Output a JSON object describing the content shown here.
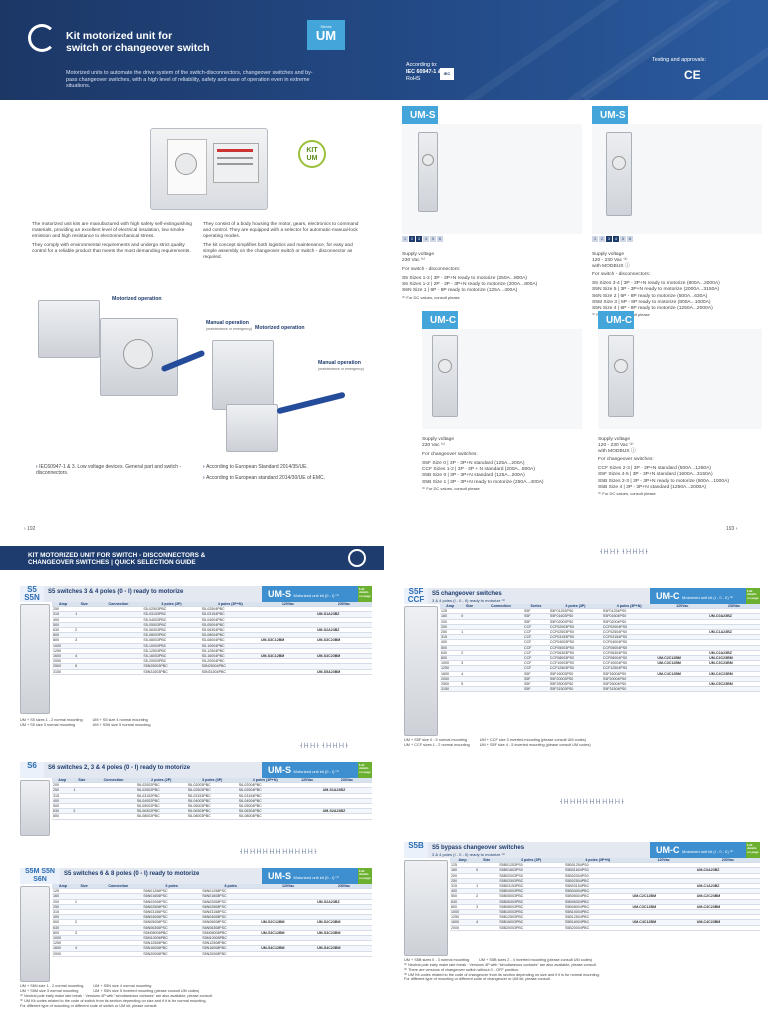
{
  "banner": {
    "title_line1": "Kit motorized unit for",
    "title_line2": "switch or changeover switch",
    "um_tab_small": "Series",
    "um_tab_big": "UM",
    "description": "Motorized units to automate the drive system of the switch-disconnectors, changeover switches and by-pass changeover switches, with a high level of reliability, safety and ease of operation even in extreme situations.",
    "according_label": "According to:",
    "according_std": "IEC 60947-1 & 3",
    "according_rohs": "RoHS",
    "iec_badge": "IEC",
    "testing_label": "Testing and approvals:",
    "ce_mark": "CE"
  },
  "left_intro": {
    "kit_line1": "KIT",
    "kit_line2": "UM",
    "para1": "The motorized unit kits are manufactured with high safety self-extinguishing materials, providing an excellent level of electrical insulation, low smoke emission and high resistance to electromechanical stress.",
    "para2": "They comply with environmental requirements and undergo strict quality control for a reliable product that meets the most demanding requirements.",
    "para3": "They consist of a body housing the motor, gears, electronics to command and control. They are equipped with a selector for automatic-manual-lock operating modes.",
    "para4": "The kit concept simplifies both logistics and maintenance, for easy and simple assembly on the changeover switch or switch - disconnector as required.",
    "callout_motor1": "Motorized operation",
    "callout_manual1": "Manual operation",
    "callout_manual1_sub": "(maintenance or emergency)",
    "callout_motor2": "Motorized operation",
    "callout_manual2": "Manual operation",
    "callout_manual2_sub": "(maintenance or emergency)",
    "bullet1": "IEC60947-1 & 3. Low voltage devices. General part and switch - disconnectors.",
    "bullet2": "According to European Standard 2014/35/UE.",
    "bullet3": "According to European standard 2014/30/UE of EMC.",
    "page_left": "192"
  },
  "cards": {
    "ums_left": {
      "tab": "UM-S",
      "scale": [
        "1",
        "2",
        "3",
        "4",
        "5",
        "6"
      ],
      "supply_label": "Supply voltage",
      "supply_value": "230 Vac ⁽¹⁾",
      "for_label": "For switch - disconnectors:",
      "lines": [
        "S5 Sizes 1-2 | 3P - 3P+N ready to motorize (250A...800A)",
        "S6 Sizes 1-2 | 2P - 3P - 3P+N ready to motorize (200A...800A)",
        "S6N Size 1 | 6P - 8P ready to motorize (125A...400A)"
      ],
      "note": "⁽¹⁾ For DC values, consult please"
    },
    "ums_right": {
      "tab": "UM-S",
      "scale": [
        "1",
        "2",
        "3",
        "4",
        "5",
        "6"
      ],
      "supply_label": "Supply voltage",
      "supply_value": "120 - 230 Vac ⁽¹⁾",
      "supply_extra": "with MODBUS ⓘ",
      "for_label": "For switch - disconnectors:",
      "lines": [
        "S5 Sizes 3-4 | 3P - 3P+N ready to motorize (800A...2000A)",
        "S5N Size 5 | 3P - 3P+N ready to motorize (2000A...3150A)",
        "S6N Size 2 | 6P - 8P ready to motorize (500A...630A)",
        "S5M Size 3 | 6P - 8P ready to motorize (800A...1000A)",
        "S5N Size 4 | 6P - 8P ready to motorize (1250A...2000A)"
      ],
      "note": "⁽¹⁾ For DC values, consult please"
    },
    "umc_left": {
      "tab": "UM-C",
      "supply_label": "Supply voltage",
      "supply_value": "230 Vac ⁽¹⁾",
      "for_label": "For changeover switches:",
      "lines": [
        "S5F Size 0 | 3P - 3P+N standard (125A...200A)",
        "CCF Sizes 1-2 | 3P - 3P + N standard (200A...800A)",
        "S5B Size 0 | 3P - 3P+N standard (125A...200A)",
        "S5B Size 1 | 3P - 3P+N ready to motorize (250A...400A)"
      ],
      "note": "⁽¹⁾ For DC values, consult please"
    },
    "umc_right": {
      "tab": "UM-C",
      "supply_label": "Supply voltage",
      "supply_value": "120 - 230 Vac ⁽¹⁾",
      "supply_extra": "with MODBUS ⓘ",
      "for_label": "For changeover switches:",
      "lines": [
        "CCF Sizes 2-3 | 3P - 3P+N standard (500A...1250A)",
        "S5F Sizes 4-5 | 3P - 3P+N standard (1600A...3150A)",
        "S5B Sizes 2-3 | 3P - 3P+N ready to motorize (500A...1000A)",
        "S5B Size 4 | 3P - 3P+N standard (1250A...2000A)"
      ],
      "note": "⁽¹⁾ For DC values, consult please"
    },
    "page_right": "193"
  },
  "lower": {
    "bar_line1": "KIT MOTORIZED UNIT FOR SWITCH - DISCONNECTORS &",
    "bar_line2": "CHANGEOVER SWITCHES | QUICK SELECTION GUIDE",
    "s5": {
      "code": "S5 S5N",
      "title": "S5 switches 3 & 4 poles (0 - I) ready to motorize",
      "um": "UM-S",
      "um_sub": "Motorized unit kit (0 - I) ⁽¹⁾",
      "full": "Full details on page",
      "headers": [
        "Amp",
        "Size",
        "Connection",
        "3 poles (3P)",
        "4 poles (3P+N)",
        "120Vac",
        "230Vac"
      ],
      "rows": [
        [
          "250",
          "",
          "",
          "S5-02503PBC",
          "S5-02504PBC",
          "",
          ""
        ],
        [
          "315",
          "1",
          "",
          "S5-03153PBC",
          "S5-03154PBC",
          "",
          "UM-S1A23BZ"
        ],
        [
          "400",
          "",
          "",
          "S5-04003PBC",
          "S5-04004PBC",
          "",
          ""
        ],
        [
          "500",
          "",
          "",
          "S5-05003PBC",
          "S5-05004PBC",
          "",
          ""
        ],
        [
          "630",
          "2",
          "",
          "S5-06303PBC",
          "S5-06304PBC",
          "",
          "UM-S2A23BZ"
        ],
        [
          "800",
          "",
          "",
          "S5-08003PBC",
          "S5-08004PBC",
          "",
          ""
        ],
        [
          "800",
          "3",
          "",
          "S5-08003PBC",
          "S5-08004PBC",
          "UM-S3C12BM",
          "UM-S3C23BM"
        ],
        [
          "1000",
          "",
          "",
          "S5-10003PBC",
          "S5-10004PBC",
          "",
          ""
        ],
        [
          "1250",
          "",
          "",
          "S5-12503PBC",
          "S5-12504PBC",
          "",
          ""
        ],
        [
          "1600",
          "4",
          "",
          "S5-16003PBC",
          "S5-16004PBC",
          "UM-S4C12BM",
          "UM-S4C23BM"
        ],
        [
          "2000",
          "",
          "",
          "S5-20003PBC",
          "S5-20004PBC",
          "",
          ""
        ],
        [
          "2500",
          "5",
          "",
          "S5N25003PBC",
          "S5N25004PBC",
          "",
          ""
        ],
        [
          "3150",
          "",
          "",
          "S5N31503PBC",
          "S5N31504PBC",
          "",
          "UM-S5A23BM"
        ]
      ],
      "legend1": "UM + S5 sizes 1 - 2 normal mounting",
      "legend2": "UM + S5 size 3 normal mounting",
      "legend3": "UM + S5 size 4 normal mounting",
      "legend4": "UM + S5N size 5 normal mounting"
    },
    "s6": {
      "code": "S6",
      "title": "S6 switches 2, 3 & 4 poles (0 - I) ready to motorize",
      "um": "UM-S",
      "um_sub": "Motorized unit kit (0 - I) ⁽¹⁾",
      "full": "Full details on page",
      "headers": [
        "Amp",
        "Size",
        "Connection",
        "2 poles (2P)",
        "3 poles (3P)",
        "4 poles (3P+N)",
        "120Vac",
        "230Vac"
      ],
      "rows": [
        [
          "200",
          "",
          "",
          "S6-02002PBC",
          "S6-02003PBC",
          "S6-02004PBC",
          "",
          ""
        ],
        [
          "250",
          "1",
          "",
          "S6-02502PBC",
          "S6-02503PBC",
          "S6-02504PBC",
          "",
          "UM-S1A23BZ"
        ],
        [
          "315",
          "",
          "",
          "S6-03152PBC",
          "S6-03153PBC",
          "S6-03154PBC",
          "",
          ""
        ],
        [
          "400",
          "",
          "",
          "S6-04002PBC",
          "S6-04003PBC",
          "S6-04004PBC",
          "",
          ""
        ],
        [
          "500",
          "",
          "",
          "S6-05002PBC",
          "S6-05003PBC",
          "S6-05004PBC",
          "",
          ""
        ],
        [
          "630",
          "2",
          "",
          "S6-06302PBC",
          "S6-06303PBC",
          "S6-06304PBC",
          "",
          "UM-S2A23BZ"
        ],
        [
          "800",
          "",
          "",
          "S6-08002PBC",
          "S6-08003PBC",
          "S6-08004PBC",
          "",
          ""
        ]
      ]
    },
    "s6n": {
      "code": "S5M S5N",
      "code2": "S6N",
      "title": "S5 switches 6 & 8 poles (0 - I) ready to motorize",
      "um": "UM-S",
      "um_sub": "Motorized unit kit (0 - I) ⁽¹⁾",
      "full": "Full details on page",
      "headers": [
        "Amp",
        "Size",
        "Connection",
        "6 poles",
        "8 poles",
        "120Vac",
        "230Vac"
      ],
      "rows": [
        [
          "125",
          "",
          "",
          "S6N01256PSC",
          "S6N01258PSC",
          "",
          ""
        ],
        [
          "160",
          "",
          "",
          "S6N01606PSC",
          "S6N01608PSC",
          "",
          ""
        ],
        [
          "200",
          "1",
          "",
          "S6N02006PSC",
          "S6N02008PSC",
          "",
          "UM-S2A23BZ"
        ],
        [
          "250",
          "",
          "",
          "S6N02506PSC",
          "S6N02508PSC",
          "",
          ""
        ],
        [
          "315",
          "",
          "",
          "S6N03156PSC",
          "S6N03158PSC",
          "",
          ""
        ],
        [
          "400",
          "",
          "",
          "S6N04006PSC",
          "S6N04008PSC",
          "",
          ""
        ],
        [
          "500",
          "2",
          "",
          "S6N05006PSC",
          "S6N05008PSC",
          "UM-S2C12BM",
          "UM-S2C23BM"
        ],
        [
          "630",
          "",
          "",
          "S6N06306PSC",
          "S6N06308PSC",
          "",
          ""
        ],
        [
          "800",
          "3",
          "",
          "S5M08006PBC",
          "S5M08008PBC",
          "UM-S3C12BM",
          "UM-S3C23BM"
        ],
        [
          "1000",
          "",
          "",
          "S5M10006PBC",
          "S5M10008PBC",
          "",
          ""
        ],
        [
          "1250",
          "",
          "",
          "S5N12506PBC",
          "S5N12508PBC",
          "",
          ""
        ],
        [
          "1600",
          "4",
          "",
          "S5N16006PBC",
          "S5N16008PBC",
          "UM-S4C12BM",
          "UM-S4C23BM"
        ],
        [
          "2000",
          "",
          "",
          "S5N20006PBC",
          "S5N20008PBC",
          "",
          ""
        ]
      ],
      "legend1": "UM + S6N size 1 - 2 normal mounting",
      "legend2": "UM + S5M size 3 normal mounting",
      "legend3": "UM + S5N size 4 normal mounting",
      "legend4": "UM + S5N size 5 inverted mounting (please consult UM codes)",
      "foot1": "⁽¹⁾ Neutral pole early make late break · Versions 4P with \"simultaneous contacts\" are also available, please consult.",
      "foot2": "⁽²⁾ UM Kit codes related to the code of switch from its section depending on size and if it is for normal mounting.",
      "foot3": "For different type of mounting or different code of switch or UM kit, please consult."
    },
    "s5f": {
      "code": "S5F CCF",
      "title": "S5 changeover switches",
      "title2": "3 & 4 poles (I - 0 - II) ready to motorize ⁽¹⁾",
      "um": "UM-C",
      "um_sub": "Motorized unit kit (I - 0 - II) ⁽¹⁾",
      "full": "Full details on page",
      "headers": [
        "Amp",
        "Size",
        "Connection",
        "Series",
        "3 poles (3P)",
        "4 poles (3P+N)",
        "120Vac",
        "230Vac"
      ],
      "rows": [
        [
          "125",
          "",
          "",
          "S5F",
          "S5F01253PS0",
          "S5F01254PS0",
          "",
          ""
        ],
        [
          "160",
          "0",
          "",
          "S5F",
          "S5F01603PS0",
          "S5F01604PS0",
          "",
          "UM-C0A23BZ"
        ],
        [
          "200",
          "",
          "",
          "S5F",
          "S5F02003PS0",
          "S5F02004PS0",
          "",
          ""
        ],
        [
          "200",
          "",
          "",
          "CCF",
          "CCF02003PS0",
          "CCF02004PS0",
          "",
          ""
        ],
        [
          "250",
          "1",
          "",
          "CCF",
          "CCF02503PS0",
          "CCF02504PS0",
          "",
          "UM-C1A23BZ"
        ],
        [
          "315",
          "",
          "",
          "CCF",
          "CCF03153PS0",
          "CCF03154PS0",
          "",
          ""
        ],
        [
          "400",
          "",
          "",
          "CCF",
          "CCF04003PS0",
          "CCF04004PS0",
          "",
          ""
        ],
        [
          "500",
          "",
          "",
          "CCF",
          "CCF05003PS0",
          "CCF05004PS0",
          "",
          ""
        ],
        [
          "630",
          "2",
          "",
          "CCF",
          "CCF06303PS0",
          "CCF06304PS0",
          "",
          "UM-C2A23BZ"
        ],
        [
          "800",
          "",
          "",
          "CCF",
          "CCF08003PS0",
          "CCF08004PS0",
          "UM-C2C12BM",
          "UM-C2C23BM"
        ],
        [
          "1000",
          "3",
          "",
          "CCF",
          "CCF10003PS0",
          "CCF10004PS0",
          "UM-C3C12BM",
          "UM-C3C23BM"
        ],
        [
          "1250",
          "",
          "",
          "CCF",
          "CCF12503PS0",
          "CCF12504PS0",
          "",
          ""
        ],
        [
          "1600",
          "4",
          "",
          "S5F",
          "S5F16003PS0",
          "S5F16004PS0",
          "UM-C4C12BM",
          "UM-C4C23BM"
        ],
        [
          "2000",
          "",
          "",
          "S5F",
          "S5F20003PS0",
          "S5F20004PS0",
          "",
          ""
        ],
        [
          "2500",
          "5",
          "",
          "S5F",
          "S5F25003PS0",
          "S5F25004PS0",
          "",
          "UM-C5C23BM"
        ],
        [
          "3150",
          "",
          "",
          "S5F",
          "S5F31503PS0",
          "S5F31504PS0",
          "",
          ""
        ]
      ],
      "legend1": "UM + S5F size 0 - 5 normal mounting",
      "legend2": "UM + CCF sizes 1 - 2 normal mounting",
      "legend3": "UM + CCF size 3 inverted mounting (please consult UM codes)",
      "legend4": "UM + S5F size 4 - 5 inverted mounting (please consult UM codes)"
    },
    "s5b": {
      "code": "S5B",
      "title": "S5 bypass changeover switches",
      "title2": "3 & 4 poles (I - 0 - II) ready to motorize ⁽¹⁾",
      "um": "UM-C",
      "um_sub": "Motorized unit kit (I - 0 - II) ⁽¹⁾",
      "full": "Full details on page",
      "headers": [
        "Amp",
        "Size",
        "3 poles (3P)",
        "4 poles (3P+N)",
        "120Vac",
        "230Vac"
      ],
      "rows": [
        [
          "125",
          "",
          "S5B01253PS0",
          "S5B01254PS0",
          "",
          ""
        ],
        [
          "160",
          "0",
          "S5B01603PS0",
          "S5B01604PS0",
          "",
          "UM-C0A23BZ"
        ],
        [
          "200",
          "",
          "S5B02003PS0",
          "S5B02004PS0",
          "",
          ""
        ],
        [
          "250",
          "",
          "S5B02503PBC",
          "S5B02504PBC",
          "",
          ""
        ],
        [
          "315",
          "1",
          "S5B03153PBC",
          "S5B03154PBC",
          "",
          "UM-C1A23BZ"
        ],
        [
          "400",
          "",
          "S5B04003PBC",
          "S5B04004PBC",
          "",
          ""
        ],
        [
          "500",
          "2",
          "S5B05003PBC",
          "S5B05004PBC",
          "UM-C2C12BM",
          "UM-C2C23BM"
        ],
        [
          "630",
          "",
          "S5B06303PBC",
          "S5B06304PBC",
          "",
          ""
        ],
        [
          "800",
          "3",
          "S5B08003PBC",
          "S5B08004PBC",
          "UM-C3C12BM",
          "UM-C3C23BM"
        ],
        [
          "1000",
          "",
          "S5B10003PBC",
          "S5B10004PBC",
          "",
          ""
        ],
        [
          "1250",
          "",
          "S5B12503PBC",
          "S5B12504PBC",
          "",
          ""
        ],
        [
          "1600",
          "4",
          "S5B16003PBC",
          "S5B16004PBC",
          "UM-C4C12BM",
          "UM-C4C23BM"
        ],
        [
          "2000",
          "",
          "S5B20003PBC",
          "S5B20004PBC",
          "",
          ""
        ]
      ],
      "legend1": "UM + S5B sizes 0 - 3 normal mounting",
      "legend2": "UM + S5B sizes 2 - 4 inverted mounting (please consult UM codes)",
      "foot1": "⁽¹⁾ Neutral pole early make late break · Versions 4P with \"simultaneous contacts\" are also available, please consult.",
      "foot2": "⁽²⁾ There are versions of changeover switch without 0 - OFF position.",
      "foot3": "⁽³⁾ UM Kit codes related to the code of changeover from its section depending on size and if it is for normal mounting.",
      "foot4": "For different type of mounting or different code of changeover or UM kit, please consult."
    }
  }
}
